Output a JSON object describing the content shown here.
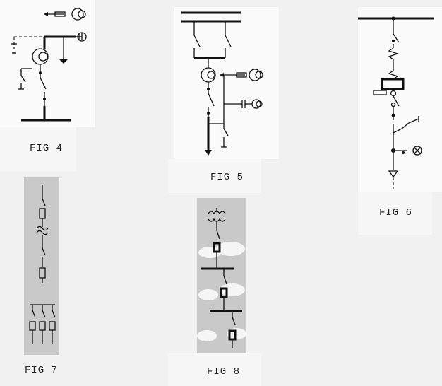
{
  "figures": [
    {
      "id": "fig4",
      "caption": "FIG 4"
    },
    {
      "id": "fig5",
      "caption": "FIG 5"
    },
    {
      "id": "fig6",
      "caption": "FIG 6"
    },
    {
      "id": "fig7",
      "caption": "FIG 7"
    },
    {
      "id": "fig8",
      "caption": "FIG 8"
    }
  ]
}
